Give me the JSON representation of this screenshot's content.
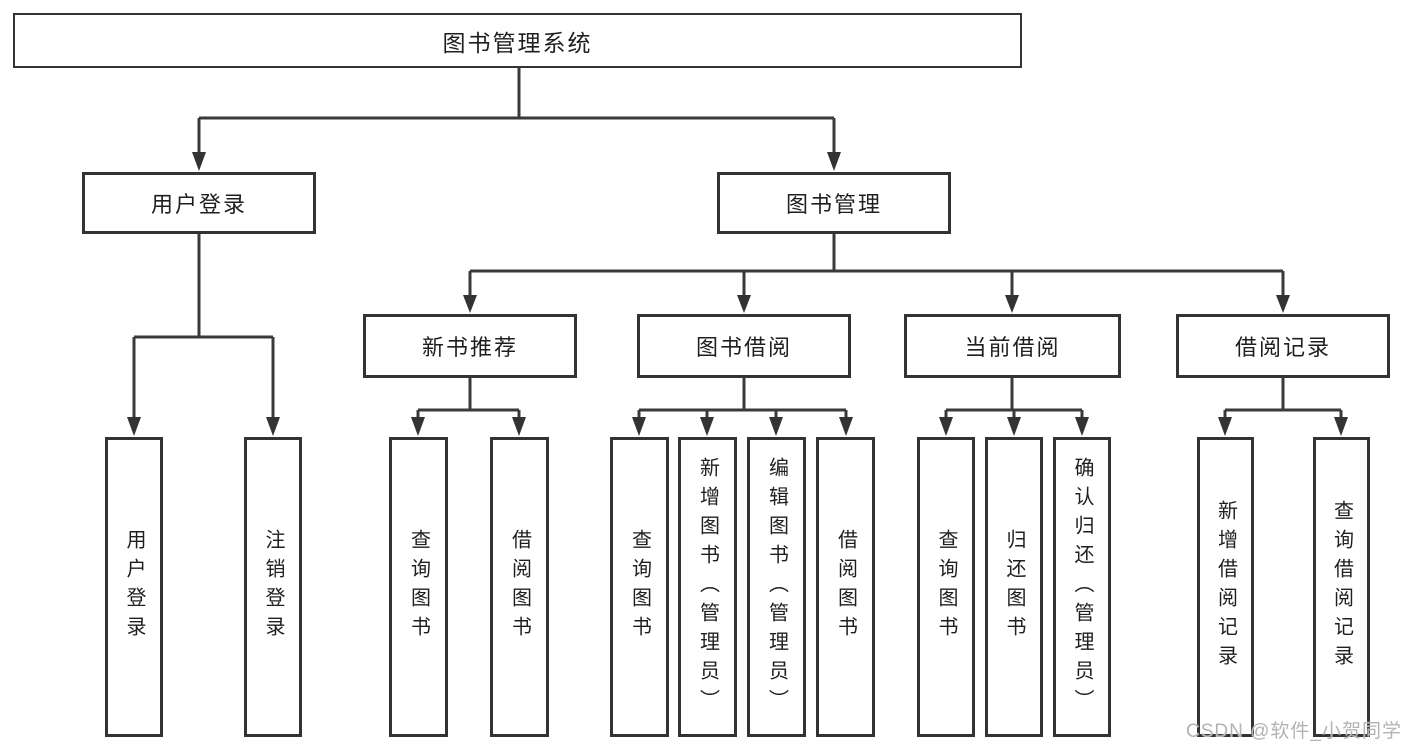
{
  "diagram": {
    "root": "图书管理系统",
    "branches": [
      {
        "label": "用户登录",
        "children": [
          "用户登录",
          "注销登录"
        ]
      },
      {
        "label": "图书管理",
        "groups": [
          {
            "label": "新书推荐",
            "children": [
              "查询图书",
              "借阅图书"
            ]
          },
          {
            "label": "图书借阅",
            "children": [
              "查询图书",
              "新增图书（管理员）",
              "编辑图书（管理员）",
              "借阅图书"
            ]
          },
          {
            "label": "当前借阅",
            "children": [
              "查询图书",
              "归还图书",
              "确认归还（管理员）"
            ]
          },
          {
            "label": "借阅记录",
            "children": [
              "新增借阅记录",
              "查询借阅记录"
            ]
          }
        ]
      }
    ],
    "colors": {
      "line": "#3a3a3a",
      "box_border": "#333333",
      "text": "#1f1f1f",
      "background": "#ffffff",
      "watermark": "#b3b3b3"
    }
  },
  "watermark": {
    "text": "CSDN @软件_小贺同学"
  }
}
